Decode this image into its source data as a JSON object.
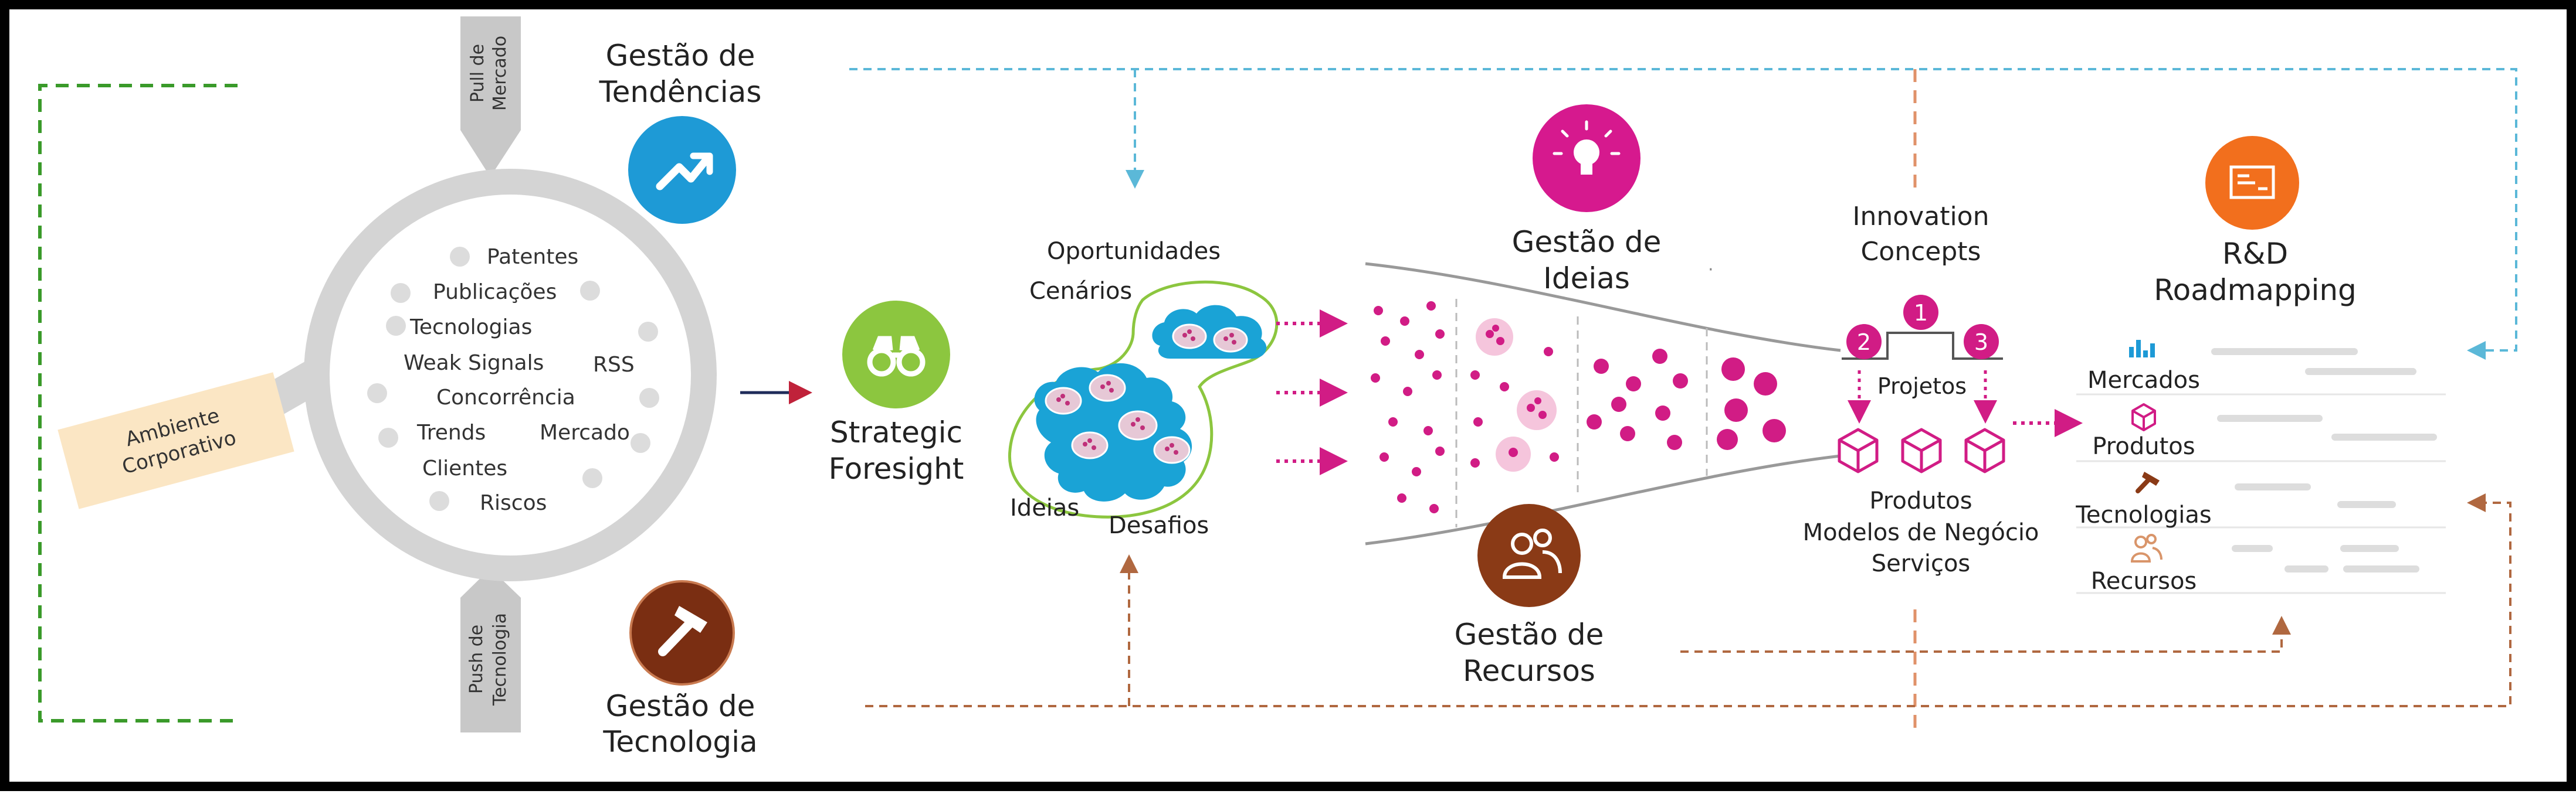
{
  "colors": {
    "frame": "#000000",
    "green_dash": "#3a9a2a",
    "blue_dash": "#5bb8d8",
    "orange_dash": "#e0926a",
    "brown_dash": "#b06840",
    "magnifier": "#d4d4d4",
    "arrow_gray": "#c8c8c8",
    "trends_blue": "#1e9ad6",
    "tech_brown": "#7a2e12",
    "foresight_green": "#8cc63f",
    "ideas_magenta": "#d6198e",
    "resources_brown": "#8a3a16",
    "rd_orange": "#f26f1d",
    "cloud_blue": "#1aa3d6",
    "cloud_outline": "#8cc63f",
    "dot_magenta": "#d11c85",
    "pink_circle": "#f5c5dc",
    "funnel_line": "#999999",
    "text": "#222222",
    "bar_gray": "#dddddd"
  },
  "labels": {
    "pull_line1": "Pull de",
    "pull_line2": "Mercado",
    "push_line1": "Push de",
    "push_line2": "Tecnologia",
    "trends_line1": "Gestão de",
    "trends_line2": "Tendências",
    "tech_line1": "Gestão de",
    "tech_line2": "Tecnologia",
    "ambiente_line1": "Ambiente",
    "ambiente_line2": "Corporativo",
    "foresight_line1": "Strategic",
    "foresight_line2": "Foresight",
    "oportunidades": "Oportunidades",
    "cenarios": "Cenários",
    "ideias": "Ideias",
    "desafios": "Desafios",
    "ideas_line1": "Gestão de",
    "ideas_line2": "Ideias",
    "resources_line1": "Gestão de",
    "resources_line2": "Recursos",
    "concepts_line1": "Innovation",
    "concepts_line2": "Concepts",
    "projetos": "Projetos",
    "produtos_line1": "Produtos",
    "produtos_line2": "Modelos de Negócio",
    "produtos_line3": "Serviços",
    "rd_line1": "R&D",
    "rd_line2": "Roadmapping"
  },
  "sources": {
    "patentes": "Patentes",
    "publicacoes": "Publicações",
    "tecnologias": "Tecnologias",
    "weak_signals": "Weak Signals",
    "rss": "RSS",
    "concorrencia": "Concorrência",
    "trends": "Trends",
    "mercado": "Mercado",
    "clientes": "Clientes",
    "riscos": "Riscos"
  },
  "steps": {
    "one": "1",
    "two": "2",
    "three": "3"
  },
  "roadmap": {
    "mercados": "Mercados",
    "produtos": "Produtos",
    "tecnologias": "Tecnologias",
    "recursos": "Recursos"
  },
  "icons": {
    "trends": "trend-arrow-icon",
    "technology": "hammer-icon",
    "foresight": "binoculars-icon",
    "ideas": "lightbulb-icon",
    "resources": "people-icon",
    "rd": "presentation-board-icon",
    "mercados": "bar-chart-icon",
    "produtos": "cube-icon",
    "tecnologias": "hammer-icon",
    "recursos": "people-icon"
  }
}
